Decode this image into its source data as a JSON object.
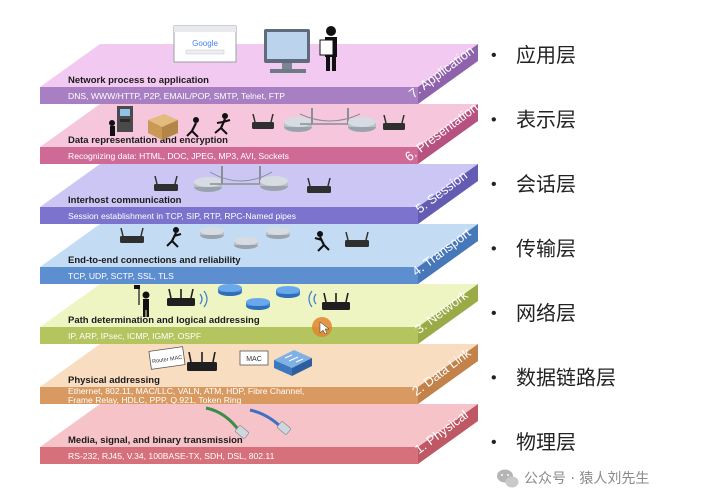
{
  "layers": [
    {
      "number_label": "7. Application",
      "title": "Network process to application",
      "protocols": [
        "DNS, WWW/HTTP, P2P, EMAIL/POP, SMTP, Telnet, FTP"
      ],
      "cn_name": "应用层",
      "colors": {
        "top": "#f2c9f0",
        "band": "#a77fc2",
        "side": "#8e63ab"
      }
    },
    {
      "number_label": "6. Presentation",
      "title": "Data representation and encryption",
      "protocols": [
        "Recognizing data: HTML, DOC, JPEG, MP3, AVI, Sockets"
      ],
      "cn_name": "表示层",
      "colors": {
        "top": "#f5c6dc",
        "band": "#cf6a97",
        "side": "#b5527f"
      }
    },
    {
      "number_label": "5. Session",
      "title": "Interhost communication",
      "protocols": [
        "Session establishment in TCP, SIP, RTP, RPC-Named pipes"
      ],
      "cn_name": "会话层",
      "colors": {
        "top": "#cbc6f4",
        "band": "#7b73cd",
        "side": "#645cb3"
      }
    },
    {
      "number_label": "4. Transport",
      "title": "End-to-end connections and reliability",
      "protocols": [
        "TCP, UDP, SCTP, SSL, TLS"
      ],
      "cn_name": "传输层",
      "colors": {
        "top": "#c4dbf4",
        "band": "#5d8fd0",
        "side": "#4677b8"
      }
    },
    {
      "number_label": "3. Network",
      "title": "Path determination and logical addressing",
      "protocols": [
        "IP, ARP, IPsec, ICMP, IGMP, OSPF"
      ],
      "cn_name": "网络层",
      "colors": {
        "top": "#eef5c2",
        "band": "#b4c45e",
        "side": "#9aaa47"
      }
    },
    {
      "number_label": "2. Data Link",
      "title": "Physical addressing",
      "protocols": [
        "Ethernet, 802.11, MAC/LLC, VALN, ATM, HDP, Fibre Channel,",
        "Frame Relay, HDLC,  PPP, Q.921, Token Ring"
      ],
      "cn_name": "数据链路层",
      "colors": {
        "top": "#f9ddc1",
        "band": "#d99a62",
        "side": "#c3824a"
      }
    },
    {
      "number_label": "1. Physical",
      "title": "Media, signal, and binary transmission",
      "protocols": [
        "RS-232, RJ45, V.34, 100BASE-TX, SDH, DSL, 802.11"
      ],
      "cn_name": "物理层",
      "colors": {
        "top": "#f6c3c8",
        "band": "#d6707b",
        "side": "#bd5864"
      }
    }
  ],
  "bullet": "•",
  "labels": {
    "browser_logo": "Google",
    "router_mac": "Router MAC",
    "mac_tag": "MAC"
  },
  "watermark": "公众号 · 猿人刘先生"
}
